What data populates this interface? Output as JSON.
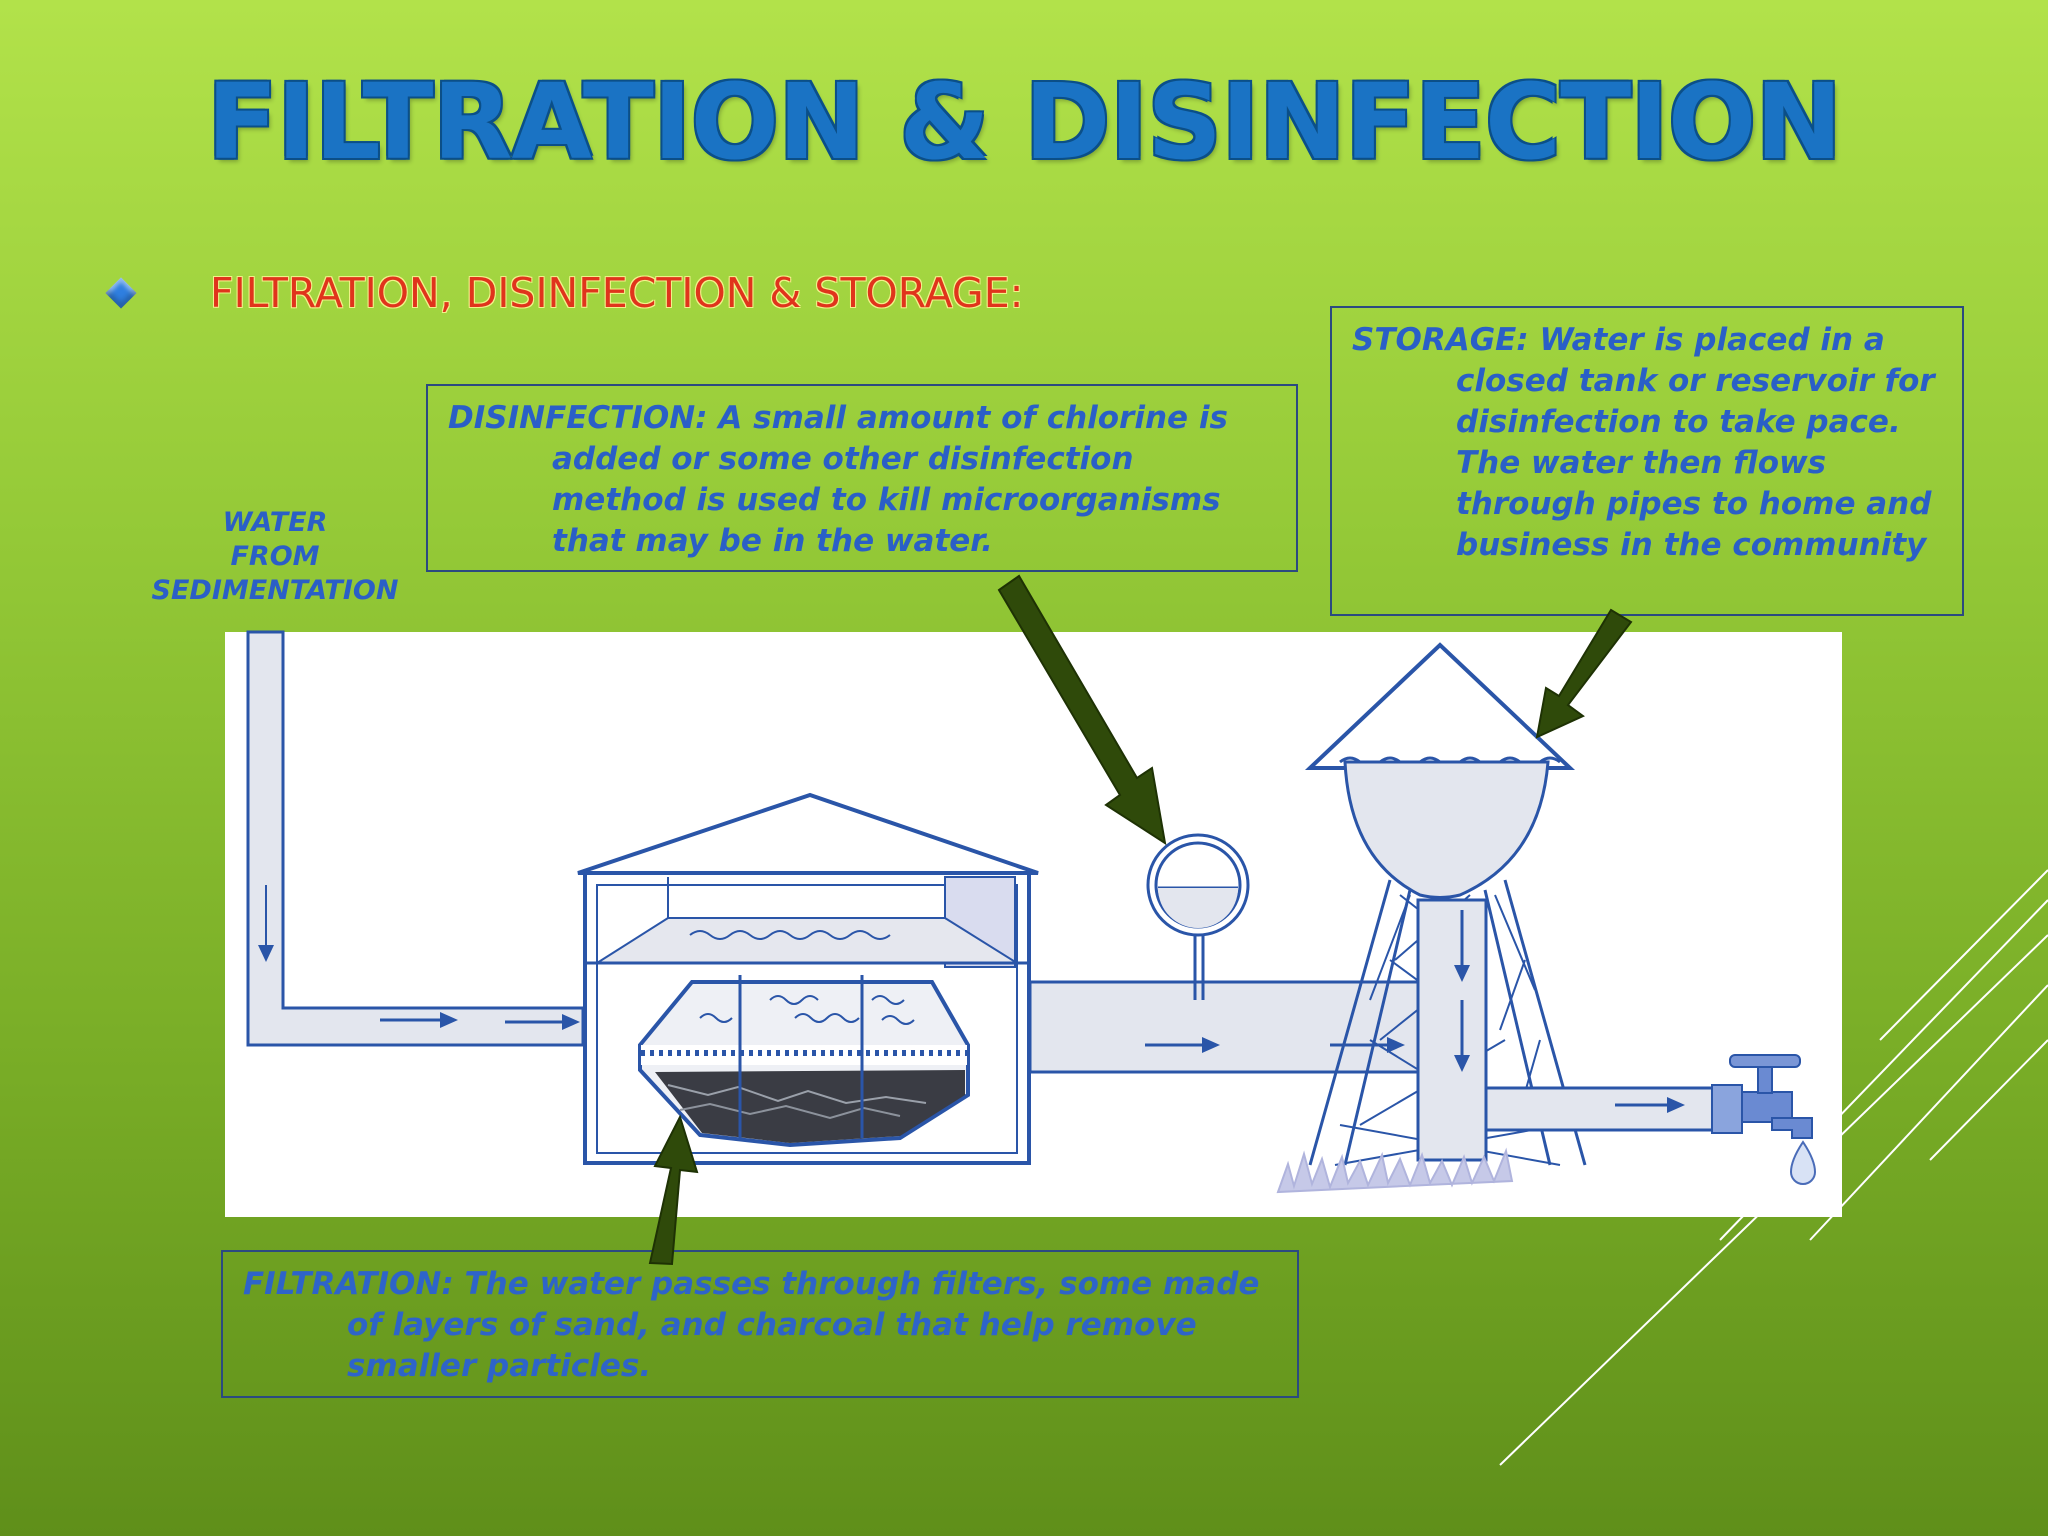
{
  "title": "FILTRATION & DISINFECTION",
  "subtitle": "FILTRATION, DISINFECTION & STORAGE:",
  "water_label": [
    "WATER",
    "FROM",
    "SEDIMENTATION"
  ],
  "callouts": {
    "disinfection": "DISINFECTION: A small amount of chlorine is added or some other disinfection method is used to kill microorganisms that may be in the water.",
    "storage": "STORAGE: Water is placed in a closed tank or reservoir for disinfection to take pace. The water then flows through pipes to home and business in the community",
    "filtration": "FILTRATION: The water passes through filters, some made of layers of sand, and charcoal that help remove smaller particles."
  },
  "colors": {
    "background_top": "#b2e24a",
    "background_bottom": "#5f8f1a",
    "title": "#1a73c4",
    "subtitle": "#e0341c",
    "callout_text": "#2a5fc7",
    "arrow": "#2f4a0a",
    "pipe_outline": "#2a55a8"
  }
}
